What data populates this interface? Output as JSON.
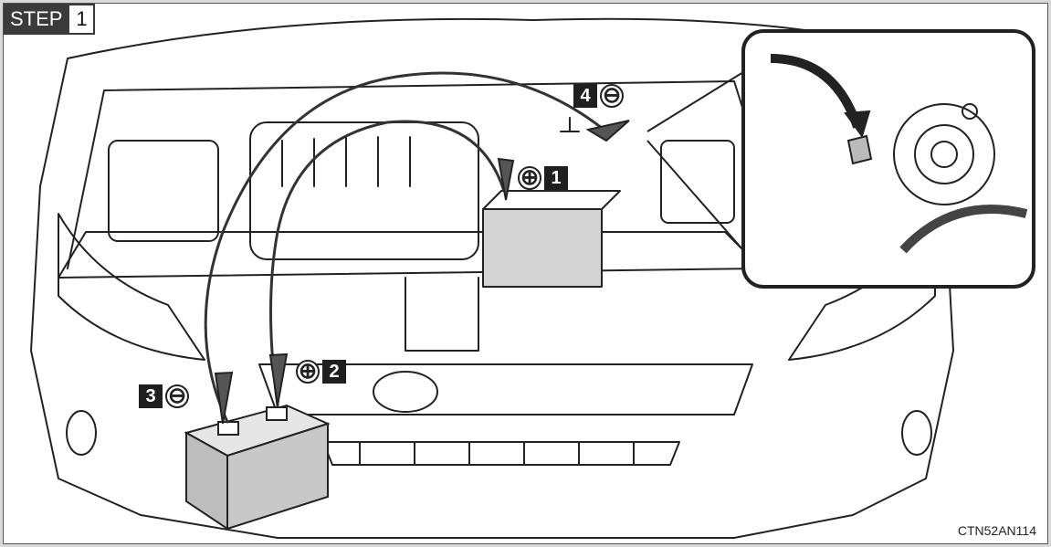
{
  "step": {
    "word": "STEP",
    "number": "1"
  },
  "labels": [
    {
      "id": "1",
      "sign": "⊕"
    },
    {
      "id": "2",
      "sign": "⊕"
    },
    {
      "id": "3",
      "sign": "⊖"
    },
    {
      "id": "4",
      "sign": "⊖"
    }
  ],
  "figure_code": "CTN52AN114",
  "colors": {
    "line": "#222222",
    "battery": "#c8c8c8",
    "label_bg": "#1f1f1f"
  }
}
